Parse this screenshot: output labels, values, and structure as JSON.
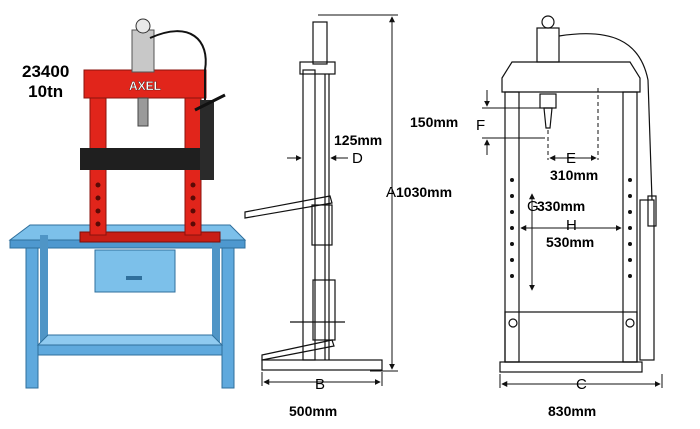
{
  "product": {
    "code": "23400",
    "capacity": "10tn",
    "brand": "AXEL"
  },
  "dimensions": {
    "A": {
      "letter": "A",
      "value": "1030mm"
    },
    "B": {
      "letter": "B",
      "value": "500mm"
    },
    "C": {
      "letter": "C",
      "value": "830mm"
    },
    "D": {
      "letter": "D",
      "value": "125mm"
    },
    "E": {
      "letter": "E",
      "value": "310mm"
    },
    "F": {
      "letter": "F",
      "value": "150mm"
    },
    "G": {
      "letter": "G",
      "value": "330mm"
    },
    "H": {
      "letter": "H",
      "value": "530mm"
    }
  },
  "colors": {
    "frame": "#e1251b",
    "bench": "#5fa9dd",
    "cylinder": "#c8c8c8",
    "line": "#111111"
  }
}
